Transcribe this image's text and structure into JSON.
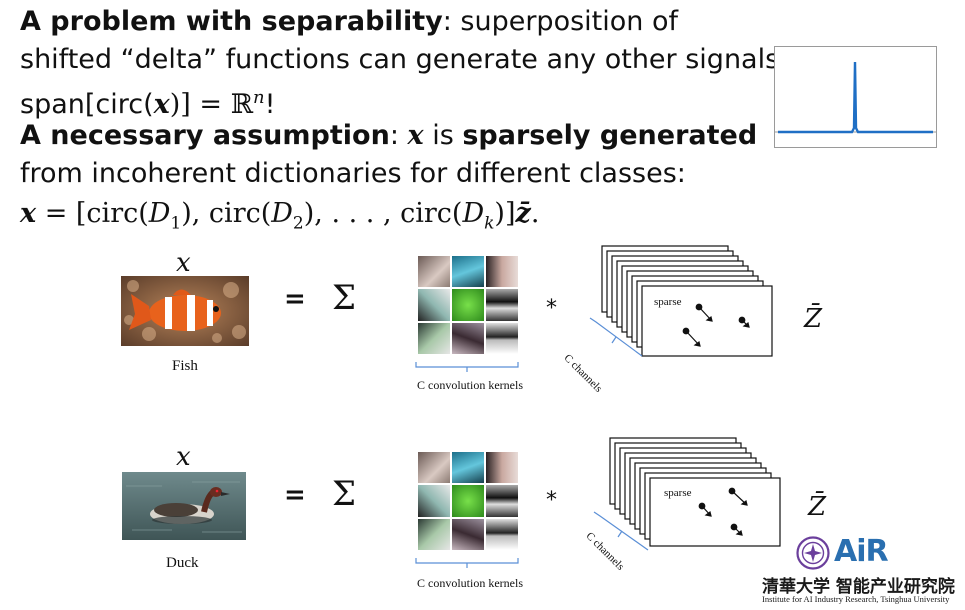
{
  "text": {
    "l1_bold": "A problem with separability",
    "l1_rest": ": superposition of",
    "l2": "shifted “delta” functions can generate any other signals:",
    "l3_span": "span[circ(",
    "l3_x": "x",
    "l3_mid": ")] = ℝ",
    "l3_n": "n",
    "l3_end": "!",
    "l4_bold1": "A necessary assumption",
    "l4_colon": ": ",
    "l4_x": "x",
    "l4_is": " is ",
    "l4_bold2": "sparsely generated",
    "l5": "from incoherent dictionaries for different classes:",
    "l6_x": "x",
    "l6_a": " = [circ(",
    "l6_D": "D",
    "l6_s1": "1",
    "l6_b": "), circ(",
    "l6_s2": "2",
    "l6_c": "), . . . , circ(",
    "l6_sk": "k",
    "l6_d": ")]",
    "l6_z": "z̄",
    "l6_e": "."
  },
  "rows": [
    {
      "x_label": "x",
      "caption": "Fish",
      "equals": "=",
      "sigma": "Σ",
      "kernels_caption": "C convolution kernels",
      "star": "*",
      "sparse_label": "sparse",
      "channels_label": "C channels",
      "z_label": "Z̄"
    },
    {
      "x_label": "x",
      "caption": "Duck",
      "equals": "=",
      "sigma": "Σ",
      "kernels_caption": "C convolution kernels",
      "star": "*",
      "sparse_label": "sparse",
      "channels_label": "C channels",
      "z_label": "Z̄"
    }
  ],
  "logo": {
    "air_text": "AiR",
    "cn_text": "清華大学 智能产业研究院",
    "en_text": "Institute for AI Industry Research, Tsinghua University"
  },
  "colors": {
    "delta_plot": "#1f6fc5",
    "bracket": "#5b8fd6",
    "logo_blue": "#2a6fb0",
    "seal_purple": "#6b3f9c"
  },
  "delta_plot": {
    "type": "line",
    "description_icon": "delta-spike-icon"
  }
}
